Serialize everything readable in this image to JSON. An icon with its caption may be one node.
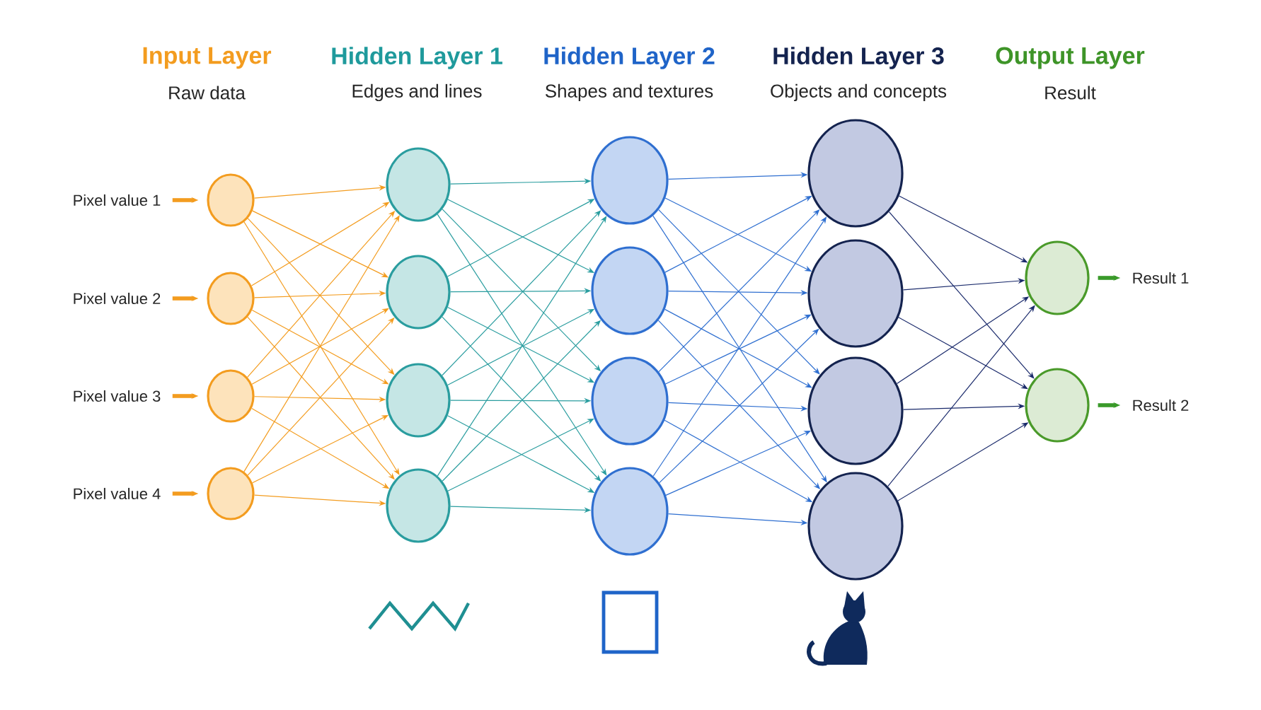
{
  "diagram": {
    "nodes": [
      {
        "text": [
          "Pixel value 1"
        ]
      },
      {
        "text": [
          "Pixel value 2"
        ]
      },
      {
        "text": [
          "Pixel value 3"
        ]
      },
      {
        "text": [
          "Pixel value 4"
        ]
      },
      {
        "text": [],
        "shape": "circle"
      },
      {
        "text": [],
        "shape": "circle"
      },
      {
        "text": [],
        "shape": "circle"
      },
      {
        "text": [],
        "shape": "circle"
      },
      {
        "text": [],
        "shape": "circle"
      },
      {
        "text": [],
        "shape": "circle"
      },
      {
        "text": [],
        "shape": "circle"
      },
      {
        "text": [],
        "shape": "circle"
      },
      {
        "text": [],
        "shape": "circle"
      },
      {
        "text": [],
        "shape": "circle"
      },
      {
        "text": [],
        "shape": "circle"
      },
      {
        "text": [],
        "shape": "circle"
      },
      {
        "text": [],
        "shape": "circle"
      },
      {
        "text": [],
        "shape": "circle"
      },
      {
        "text": [],
        "shape": "circle"
      },
      {
        "text": [],
        "shape": "circle"
      },
      {
        "text": [],
        "shape": "circle"
      },
      {
        "text": [],
        "shape": "circle"
      },
      {
        "text": [
          "Result 1"
        ]
      },
      {
        "text": [
          "Result 2"
        ]
      }
    ],
    "edges": [
      {
        "from": 0,
        "to": 4,
        "arrow": "to",
        "style": "thick",
        "color": "#f39c1f"
      },
      {
        "from": 1,
        "to": 5,
        "arrow": "to",
        "style": "thick",
        "color": "#f39c1f"
      },
      {
        "from": 2,
        "to": 6,
        "arrow": "to",
        "style": "thick",
        "color": "#f39c1f"
      },
      {
        "from": 3,
        "to": 7,
        "arrow": "to",
        "style": "thick",
        "color": "#f39c1f"
      },
      {
        "from": 4,
        "to": 8,
        "arrow": "to",
        "color": "#f39c1f"
      },
      {
        "from": 4,
        "to": 9,
        "arrow": "to",
        "color": "#f39c1f"
      },
      {
        "from": 4,
        "to": 10,
        "arrow": "to",
        "color": "#f39c1f"
      },
      {
        "from": 4,
        "to": 11,
        "arrow": "to",
        "color": "#f39c1f"
      },
      {
        "from": 5,
        "to": 8,
        "arrow": "to",
        "color": "#f39c1f"
      },
      {
        "from": 5,
        "to": 9,
        "arrow": "to",
        "color": "#f39c1f"
      },
      {
        "from": 5,
        "to": 10,
        "arrow": "to",
        "color": "#f39c1f"
      },
      {
        "from": 5,
        "to": 11,
        "arrow": "to",
        "color": "#f39c1f"
      },
      {
        "from": 6,
        "to": 8,
        "arrow": "to",
        "color": "#f39c1f"
      },
      {
        "from": 6,
        "to": 9,
        "arrow": "to",
        "color": "#f39c1f"
      },
      {
        "from": 6,
        "to": 10,
        "arrow": "to",
        "color": "#f39c1f"
      },
      {
        "from": 6,
        "to": 11,
        "arrow": "to",
        "color": "#f39c1f"
      },
      {
        "from": 7,
        "to": 8,
        "arrow": "to",
        "color": "#f39c1f"
      },
      {
        "from": 7,
        "to": 9,
        "arrow": "to",
        "color": "#f39c1f"
      },
      {
        "from": 7,
        "to": 10,
        "arrow": "to",
        "color": "#f39c1f"
      },
      {
        "from": 7,
        "to": 11,
        "arrow": "to",
        "color": "#f39c1f"
      },
      {
        "from": 8,
        "to": 12,
        "arrow": "to",
        "color": "#2a9d9f"
      },
      {
        "from": 8,
        "to": 13,
        "arrow": "to",
        "color": "#2a9d9f"
      },
      {
        "from": 8,
        "to": 14,
        "arrow": "to",
        "color": "#2a9d9f"
      },
      {
        "from": 8,
        "to": 15,
        "arrow": "to",
        "color": "#2a9d9f"
      },
      {
        "from": 9,
        "to": 12,
        "arrow": "to",
        "color": "#2a9d9f"
      },
      {
        "from": 9,
        "to": 13,
        "arrow": "to",
        "color": "#2a9d9f"
      },
      {
        "from": 9,
        "to": 14,
        "arrow": "to",
        "color": "#2a9d9f"
      },
      {
        "from": 9,
        "to": 15,
        "arrow": "to",
        "color": "#2a9d9f"
      },
      {
        "from": 10,
        "to": 12,
        "arrow": "to",
        "color": "#2a9d9f"
      },
      {
        "from": 10,
        "to": 13,
        "arrow": "to",
        "color": "#2a9d9f"
      },
      {
        "from": 10,
        "to": 14,
        "arrow": "to",
        "color": "#2a9d9f"
      },
      {
        "from": 10,
        "to": 15,
        "arrow": "to",
        "color": "#2a9d9f"
      },
      {
        "from": 11,
        "to": 12,
        "arrow": "to",
        "color": "#2a9d9f"
      },
      {
        "from": 11,
        "to": 13,
        "arrow": "to",
        "color": "#2a9d9f"
      },
      {
        "from": 11,
        "to": 14,
        "arrow": "to",
        "color": "#2a9d9f"
      },
      {
        "from": 11,
        "to": 15,
        "arrow": "to",
        "color": "#2a9d9f"
      },
      {
        "from": 12,
        "to": 16,
        "arrow": "to",
        "color": "#2f6fd0"
      },
      {
        "from": 12,
        "to": 17,
        "arrow": "to",
        "color": "#2f6fd0"
      },
      {
        "from": 12,
        "to": 18,
        "arrow": "to",
        "color": "#2f6fd0"
      },
      {
        "from": 12,
        "to": 19,
        "arrow": "to",
        "color": "#2f6fd0"
      },
      {
        "from": 13,
        "to": 16,
        "arrow": "to",
        "color": "#2f6fd0"
      },
      {
        "from": 13,
        "to": 17,
        "arrow": "to",
        "color": "#2f6fd0"
      },
      {
        "from": 13,
        "to": 18,
        "arrow": "to",
        "color": "#2f6fd0"
      },
      {
        "from": 13,
        "to": 19,
        "arrow": "to",
        "color": "#2f6fd0"
      },
      {
        "from": 14,
        "to": 16,
        "arrow": "to",
        "color": "#2f6fd0"
      },
      {
        "from": 14,
        "to": 17,
        "arrow": "to",
        "color": "#2f6fd0"
      },
      {
        "from": 14,
        "to": 18,
        "arrow": "to",
        "color": "#2f6fd0"
      },
      {
        "from": 14,
        "to": 19,
        "arrow": "to",
        "color": "#2f6fd0"
      },
      {
        "from": 15,
        "to": 16,
        "arrow": "to",
        "color": "#2f6fd0"
      },
      {
        "from": 15,
        "to": 17,
        "arrow": "to",
        "color": "#2f6fd0"
      },
      {
        "from": 15,
        "to": 18,
        "arrow": "to",
        "color": "#2f6fd0"
      },
      {
        "from": 15,
        "to": 19,
        "arrow": "to",
        "color": "#2f6fd0"
      },
      {
        "from": 16,
        "to": 20,
        "arrow": "to",
        "color": "#1a2a6b"
      },
      {
        "from": 16,
        "to": 21,
        "arrow": "to",
        "color": "#1a2a6b"
      },
      {
        "from": 17,
        "to": 20,
        "arrow": "to",
        "color": "#1a2a6b"
      },
      {
        "from": 17,
        "to": 21,
        "arrow": "to",
        "color": "#1a2a6b"
      },
      {
        "from": 18,
        "to": 20,
        "arrow": "to",
        "color": "#1a2a6b"
      },
      {
        "from": 18,
        "to": 21,
        "arrow": "to",
        "color": "#1a2a6b"
      },
      {
        "from": 19,
        "to": 20,
        "arrow": "to",
        "color": "#1a2a6b"
      },
      {
        "from": 19,
        "to": 21,
        "arrow": "to",
        "color": "#1a2a6b"
      },
      {
        "from": 20,
        "to": 22,
        "arrow": "to",
        "style": "thick",
        "color": "#3a9a2a"
      },
      {
        "from": 21,
        "to": 23,
        "arrow": "to",
        "style": "thick",
        "color": "#3a9a2a"
      }
    ],
    "labels": [
      "Input Layer",
      "Raw data",
      "Hidden Layer 1",
      "Edges and lines",
      "Hidden Layer 2",
      "Shapes and textures",
      "Hidden Layer 3",
      "Objects and concepts",
      "Output Layer",
      "Result"
    ]
  }
}
